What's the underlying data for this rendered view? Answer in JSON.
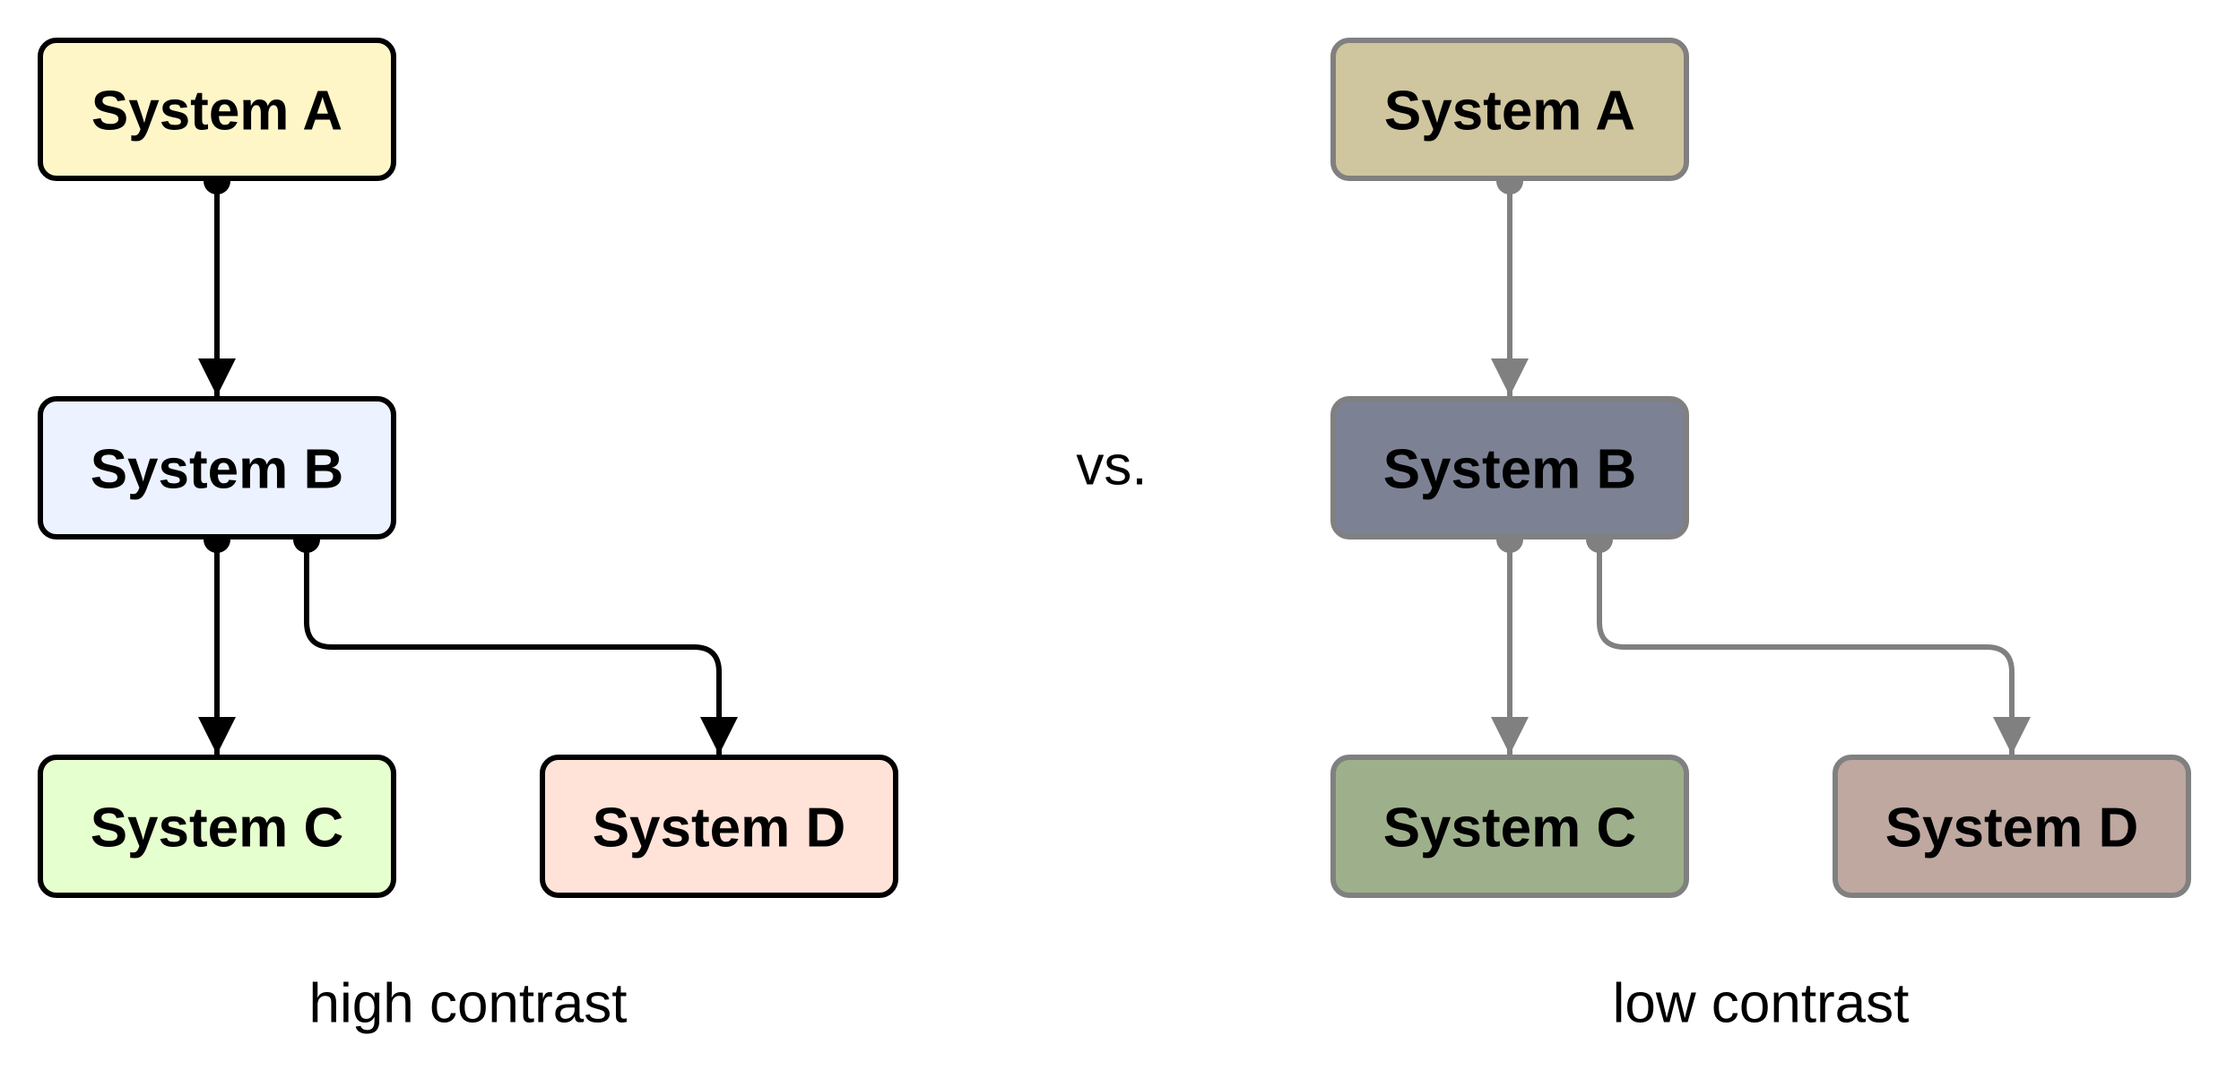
{
  "separator_label": "vs.",
  "diagrams": [
    {
      "caption": "high contrast",
      "stroke_color": "#000000",
      "text_color": "#000000",
      "nodes": [
        {
          "label": "System A",
          "fill": "#fff6c8"
        },
        {
          "label": "System B",
          "fill": "#ecf2ff"
        },
        {
          "label": "System C",
          "fill": "#e6ffce"
        },
        {
          "label": "System D",
          "fill": "#ffe3d8"
        }
      ],
      "edges": [
        {
          "from": "System A",
          "to": "System B"
        },
        {
          "from": "System B",
          "to": "System C"
        },
        {
          "from": "System B",
          "to": "System D"
        }
      ]
    },
    {
      "caption": "low contrast",
      "stroke_color": "#808080",
      "text_color": "#000000",
      "nodes": [
        {
          "label": "System A",
          "fill": "#cfc59e"
        },
        {
          "label": "System B",
          "fill": "#7c8294"
        },
        {
          "label": "System C",
          "fill": "#9eb08b"
        },
        {
          "label": "System D",
          "fill": "#bea8a0"
        }
      ],
      "edges": [
        {
          "from": "System A",
          "to": "System B"
        },
        {
          "from": "System B",
          "to": "System C"
        },
        {
          "from": "System B",
          "to": "System D"
        }
      ]
    }
  ]
}
